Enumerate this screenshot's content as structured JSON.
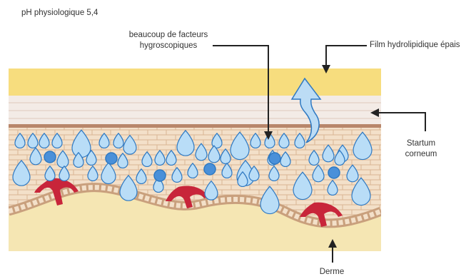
{
  "labels": {
    "ph": "pH physiologique  5,4",
    "facteurs": "beaucoup de facteurs hygroscopiques",
    "film": "Film hydrolipidique épais",
    "stratum": "Startum corneum",
    "derme": "Derme"
  },
  "colors": {
    "film": "#f7dd7e",
    "stratum": "#f3ebe6",
    "stripe": "#b8866b",
    "epidermis": "#f3e0c9",
    "cell_border": "#d9b594",
    "dermis": "#f5e6b3",
    "basal": "#c9a07d",
    "capillary": "#c8253a",
    "drop_fill": "#b9ddf7",
    "drop_stroke": "#2f79c2",
    "dot_fill": "#4a90d9",
    "arrow": "#222222"
  },
  "icons": [
    "water-drop-icon",
    "hygroscopic-factor-icon",
    "evaporation-arrow-icon",
    "blood-capillary-icon"
  ]
}
